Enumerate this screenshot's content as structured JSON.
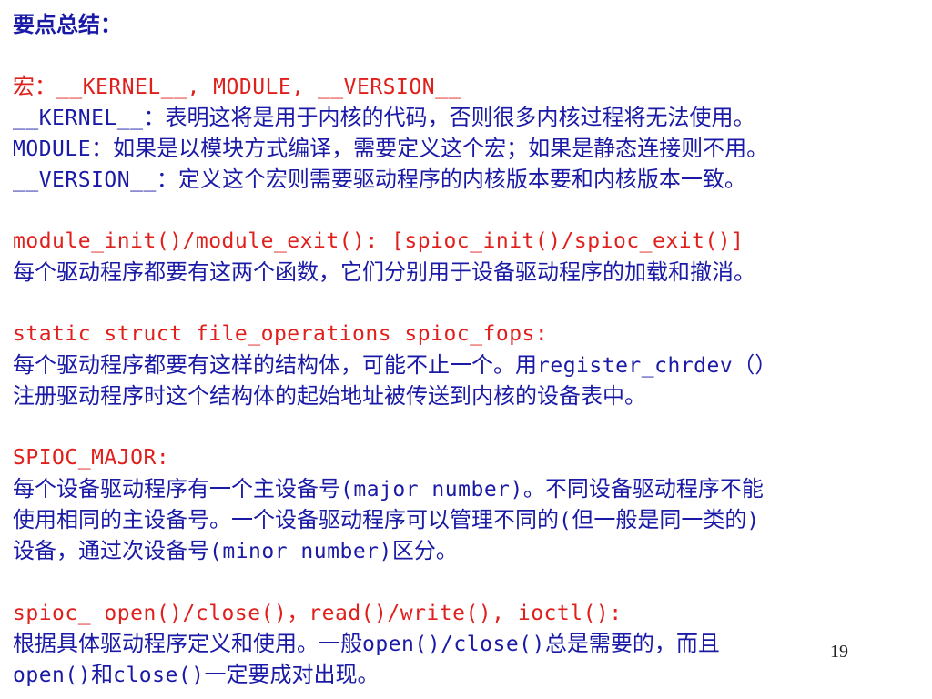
{
  "title": "要点总结：",
  "macros": {
    "heading_prefix": "宏：",
    "heading_code": "__KERNEL__, MODULE, __VERSION__",
    "kernel_code": "__KERNEL__",
    "kernel_text": "：表明这将是用于内核的代码，否则很多内核过程将无法使用。",
    "module_code": "MODULE",
    "module_text": "：如果是以模块方式编译，需要定义这个宏；如果是静态连接则不用。",
    "version_code": "__VERSION__",
    "version_text": "：定义这个宏则需要驱动程序的内核版本要和内核版本一致。"
  },
  "init_exit": {
    "heading": "module_init()/module_exit(): [spioc_init()/spioc_exit()]",
    "text": "每个驱动程序都要有这两个函数，它们分别用于设备驱动程序的加载和撤消。"
  },
  "fops": {
    "heading": "static struct file_operations spioc_fops:",
    "text1_prefix": "每个驱动程序都要有这样的结构体，可能不止一个。用",
    "text1_code": "register_chrdev",
    "text1_suffix": "（）",
    "text2": "注册驱动程序时这个结构体的起始地址被传送到内核的设备表中。"
  },
  "major": {
    "heading": "SPIOC_MAJOR:",
    "text1_prefix": "每个设备驱动程序有一个主设备号",
    "text1_code": "(major number)",
    "text1_suffix": "。不同设备驱动程序不能",
    "text2_prefix": "使用相同的主设备号。一个设备驱动程序可以管理不同的",
    "text2_code1": "(",
    "text2_mid": "但一般是同一类的",
    "text2_code2": ")",
    "text3_prefix": "设备，通过次设备号",
    "text3_code": "(minor number)",
    "text3_suffix": "区分。"
  },
  "ops": {
    "heading_code1": "spioc_ open()/close()",
    "heading_sep": "，",
    "heading_code2": "read()/write(), ioctl():",
    "text1_prefix": "根据具体驱动程序定义和使用。一般",
    "text1_code": "open()/close()",
    "text1_suffix": "总是需要的，而且",
    "text2_code1": "open()",
    "text2_mid": "和",
    "text2_code2": "close()",
    "text2_suffix": "一定要成对出现。"
  },
  "page_number": "19"
}
